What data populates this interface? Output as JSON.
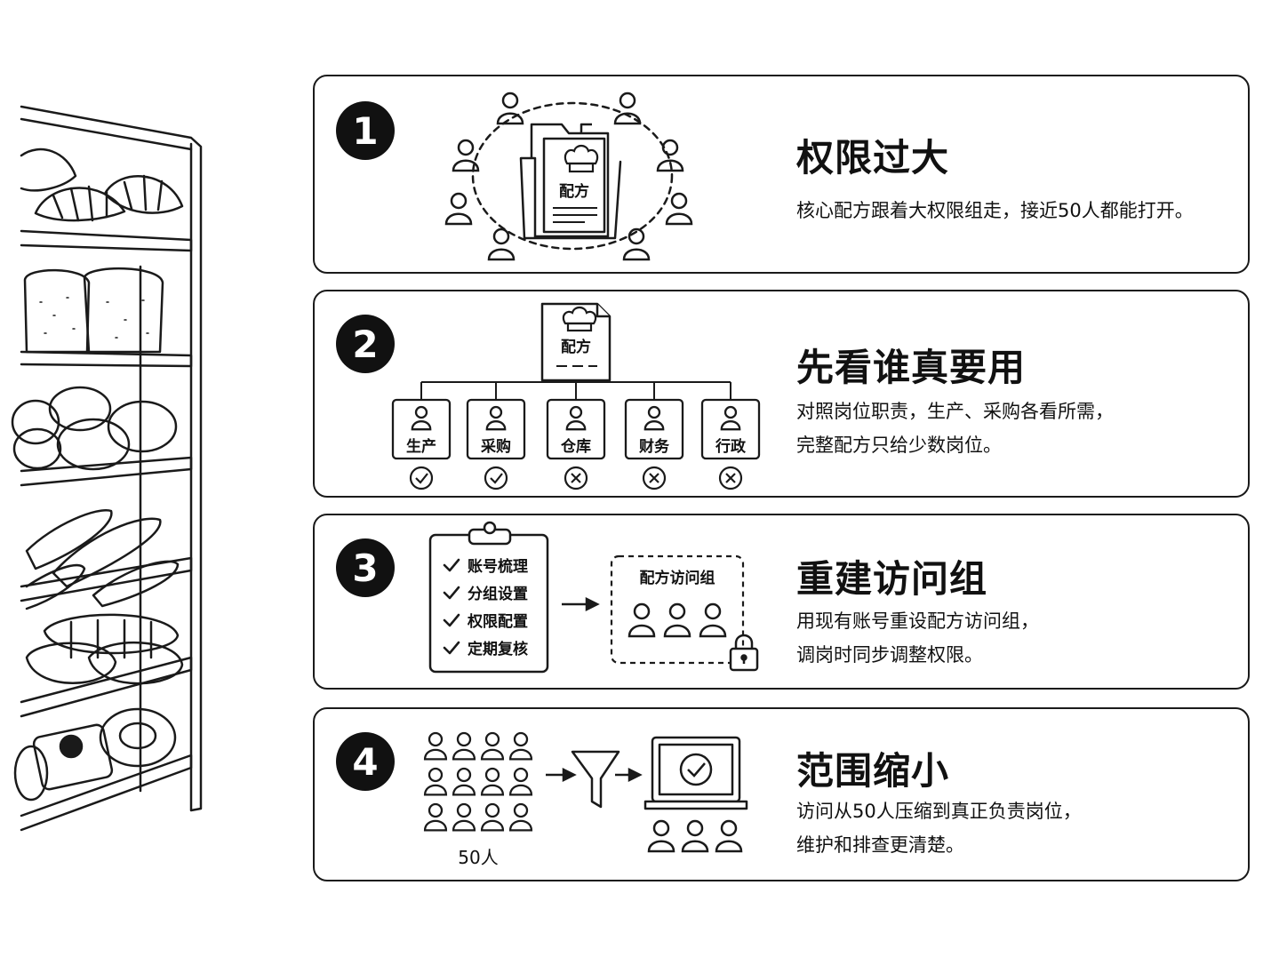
{
  "cards": [
    {
      "number": "1",
      "title": "权限过大",
      "lines": [
        "核心配方跟着大权限组走，接近50人都能打开。"
      ],
      "illustration": {
        "document_label": "配方"
      }
    },
    {
      "number": "2",
      "title": "先看谁真要用",
      "lines": [
        "对照岗位职责，生产、采购各看所需，",
        "完整配方只给少数岗位。"
      ],
      "illustration": {
        "document_label": "配方",
        "roles": [
          {
            "label": "生产",
            "status": "check"
          },
          {
            "label": "采购",
            "status": "check"
          },
          {
            "label": "仓库",
            "status": "cross"
          },
          {
            "label": "财务",
            "status": "cross"
          },
          {
            "label": "行政",
            "status": "cross"
          }
        ]
      }
    },
    {
      "number": "3",
      "title": "重建访问组",
      "lines": [
        "用现有账号重设配方访问组，",
        "调岗时同步调整权限。"
      ],
      "illustration": {
        "checklist": [
          "账号梳理",
          "分组设置",
          "权限配置",
          "定期复核"
        ],
        "group_label": "配方访问组"
      }
    },
    {
      "number": "4",
      "title": "范围缩小",
      "lines": [
        "访问从50人压缩到真正负责岗位，",
        "维护和排查更清楚。"
      ],
      "illustration": {
        "crowd_label": "50人"
      }
    }
  ]
}
